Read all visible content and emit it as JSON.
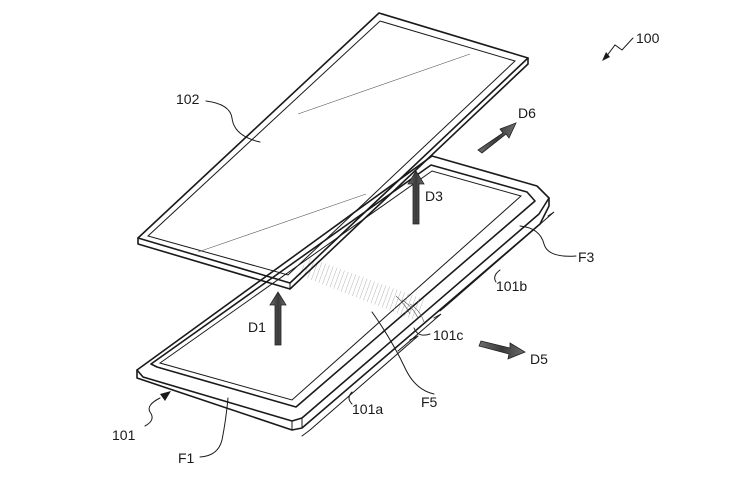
{
  "figure": {
    "device_ref": "100",
    "labels": {
      "cover": "102",
      "housing": "101",
      "housing_part_a": "101a",
      "housing_part_b": "101b",
      "housing_part_c": "101c",
      "face_1": "F1",
      "face_3": "F3",
      "face_5": "F5",
      "direction_1": "D1",
      "direction_3": "D3",
      "direction_5": "D5",
      "direction_6": "D6"
    }
  }
}
